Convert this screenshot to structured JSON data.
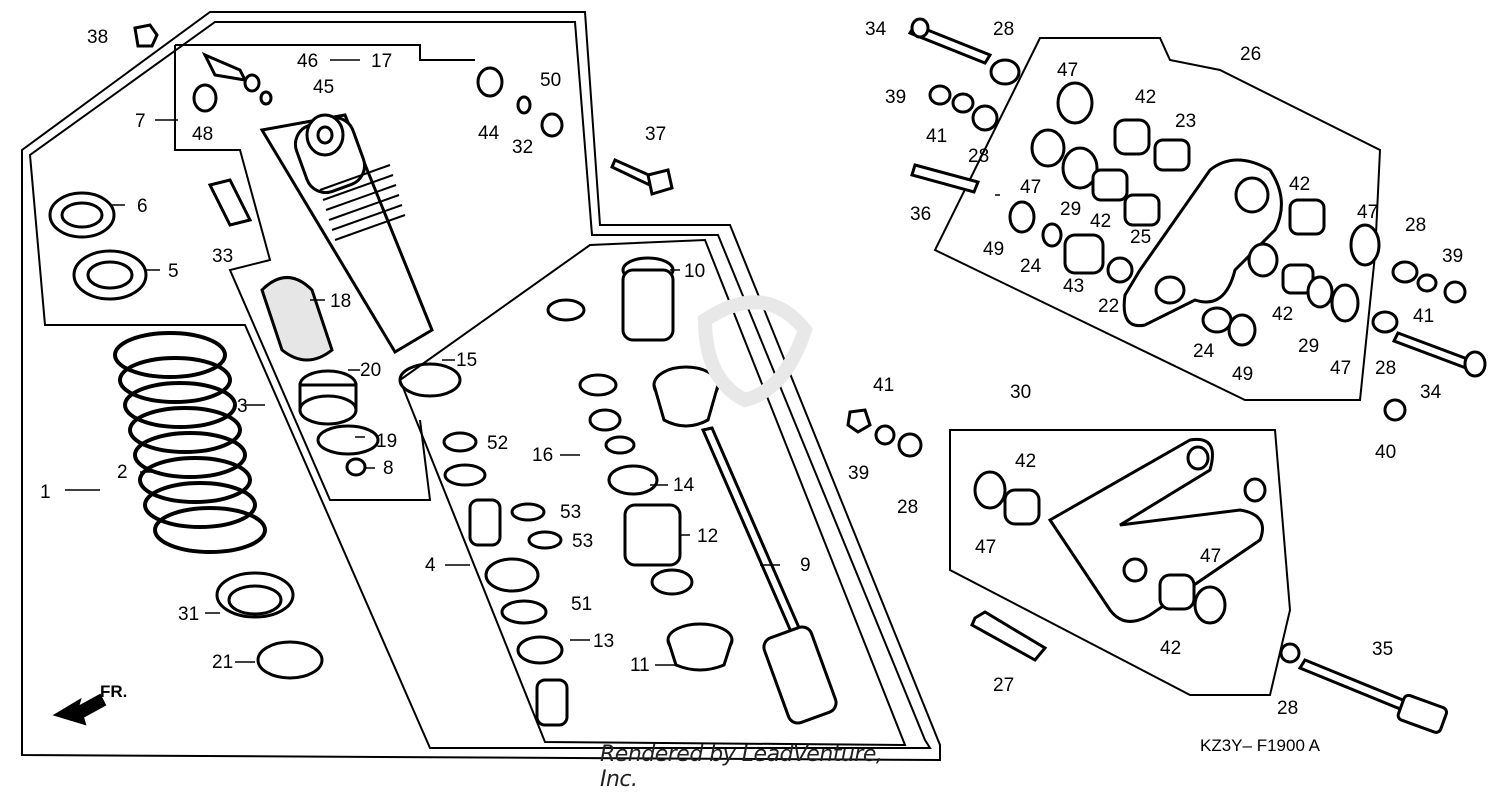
{
  "diagram": {
    "labels": {
      "n1": "1",
      "n2": "2",
      "n3": "3",
      "n4": "4",
      "n5": "5",
      "n6": "6",
      "n7": "7",
      "n8": "8",
      "n9": "9",
      "n10": "10",
      "n11": "11",
      "n12": "12",
      "n13": "13",
      "n14": "14",
      "n15": "15",
      "n16": "16",
      "n17": "17",
      "n18": "18",
      "n19": "19",
      "n20": "20",
      "n21": "21",
      "n22": "22",
      "n23": "23",
      "n24a": "24",
      "n24b": "24",
      "n25": "25",
      "n26": "26",
      "n27": "27",
      "n28a": "28",
      "n28b": "28",
      "n28c": "28",
      "n28d": "28",
      "n28e": "28",
      "n28f": "28",
      "n29a": "29",
      "n29b": "29",
      "n30": "30",
      "n31": "31",
      "n32": "32",
      "n33": "33",
      "n34a": "34",
      "n34b": "34",
      "n35": "35",
      "n36": "36",
      "n37": "37",
      "n38": "38",
      "n39a": "39",
      "n39b": "39",
      "n39c": "39",
      "n40": "40",
      "n41a": "41",
      "n41b": "41",
      "n41c": "41",
      "n42a": "42",
      "n42b": "42",
      "n42c": "42",
      "n42d": "42",
      "n42e": "42",
      "n42f": "42",
      "n43": "43",
      "n44": "44",
      "n45": "45",
      "n46": "46",
      "n47a": "47",
      "n47b": "47",
      "n47c": "47",
      "n47d": "47",
      "n47e": "47",
      "n47f": "47",
      "n48": "48",
      "n49a": "49",
      "n49b": "49",
      "n50": "50",
      "n51": "51",
      "n52": "52",
      "n53a": "53",
      "n53b": "53"
    },
    "front_arrow": "FR.",
    "figure_code": "KZ3Y– F1900 A",
    "footer": "Rendered by LeadVenture, Inc."
  }
}
